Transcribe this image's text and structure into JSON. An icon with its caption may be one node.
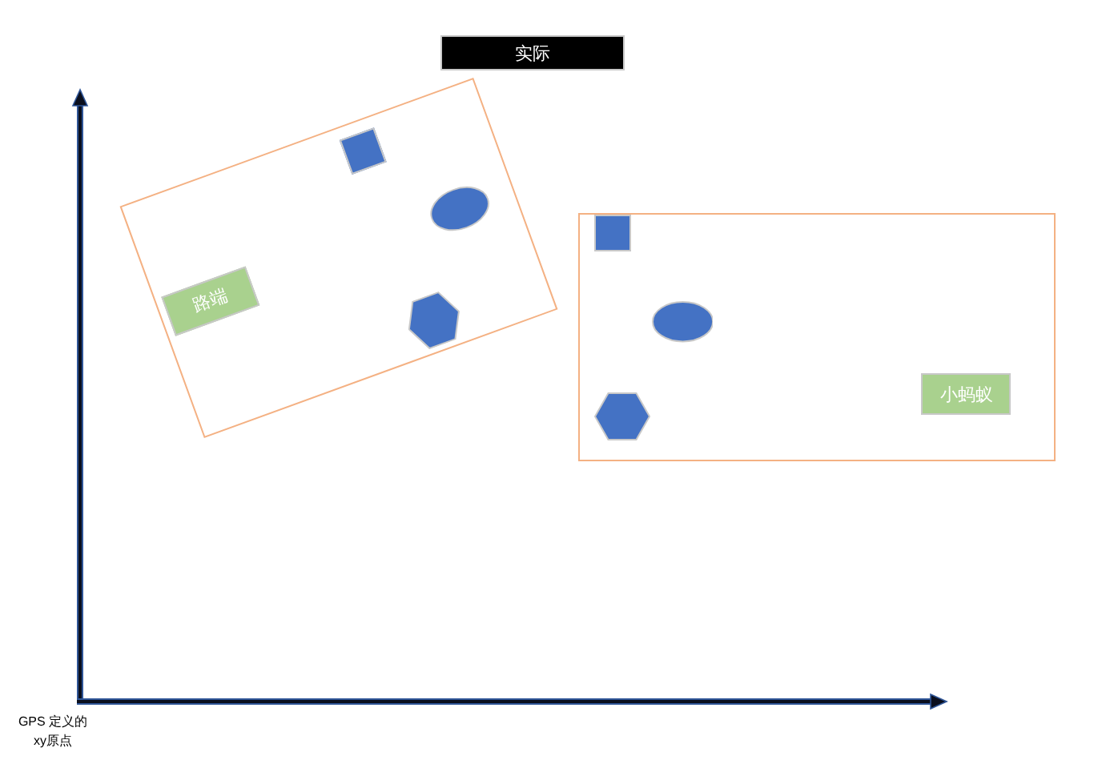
{
  "diagram": {
    "nodes": [
      {
        "text": [
          "实际"
        ]
      },
      {
        "text": [],
        "shape": "box"
      },
      {
        "text": [],
        "shape": "square",
        "in": 1
      },
      {
        "text": [],
        "shape": "ellipse",
        "in": 1
      },
      {
        "text": [
          "路端"
        ],
        "in": 1
      },
      {
        "text": [],
        "shape": "hexagon",
        "in": 1
      },
      {
        "text": [],
        "shape": "box"
      },
      {
        "text": [],
        "shape": "square",
        "in": 6
      },
      {
        "text": [],
        "shape": "ellipse",
        "in": 6
      },
      {
        "text": [
          "小蚂蚁"
        ],
        "in": 6
      },
      {
        "text": [],
        "shape": "hexagon",
        "in": 6
      }
    ],
    "labels": [
      "GPS 定义的xy原点"
    ]
  }
}
